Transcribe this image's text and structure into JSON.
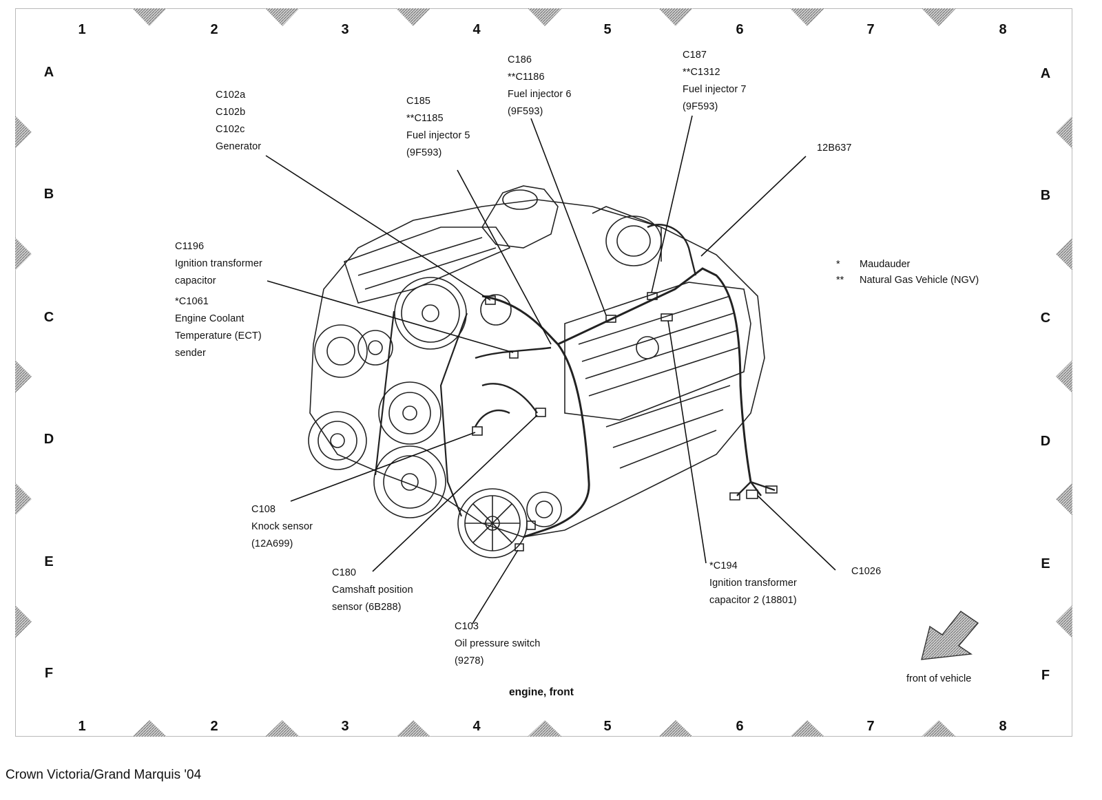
{
  "grid": {
    "columns": [
      "1",
      "2",
      "3",
      "4",
      "5",
      "6",
      "7",
      "8"
    ],
    "rows": [
      "A",
      "B",
      "C",
      "D",
      "E",
      "F"
    ]
  },
  "callouts": {
    "generator": [
      "C102a",
      "C102b",
      "C102c",
      "Generator"
    ],
    "injector5": [
      "C185",
      "**C1185",
      "Fuel injector 5",
      "(9F593)"
    ],
    "injector6": [
      "C186",
      "**C1186",
      "Fuel injector 6",
      "(9F593)"
    ],
    "injector7": [
      "C187",
      "**C1312",
      "Fuel injector 7",
      "(9F593)"
    ],
    "harness": [
      "12B637"
    ],
    "ign_capacitor": [
      "C1196",
      "Ignition transformer",
      "capacitor"
    ],
    "ect_sender": [
      "*C1061",
      "Engine Coolant",
      "Temperature (ECT)",
      "sender"
    ],
    "knock": [
      "C108",
      "Knock sensor",
      "(12A699)"
    ],
    "camshaft": [
      "C180",
      "Camshaft position",
      "sensor (6B288)"
    ],
    "oil": [
      "C103",
      "Oil pressure switch",
      "(9278)"
    ],
    "ign_capacitor2": [
      "*C194",
      "Ignition transformer",
      "capacitor 2 (18801)"
    ],
    "c1026": [
      "C1026"
    ]
  },
  "legend": [
    {
      "symbol": "*",
      "text": "Maudauder"
    },
    {
      "symbol": "**",
      "text": "Natural Gas Vehicle (NGV)"
    }
  ],
  "caption": "engine, front",
  "front_label": "front of vehicle",
  "footer": "Crown Victoria/Grand Marquis '04",
  "colors": {
    "marker": "#8c8c8c",
    "line": "#111111",
    "frame": "#b9b9b9"
  }
}
